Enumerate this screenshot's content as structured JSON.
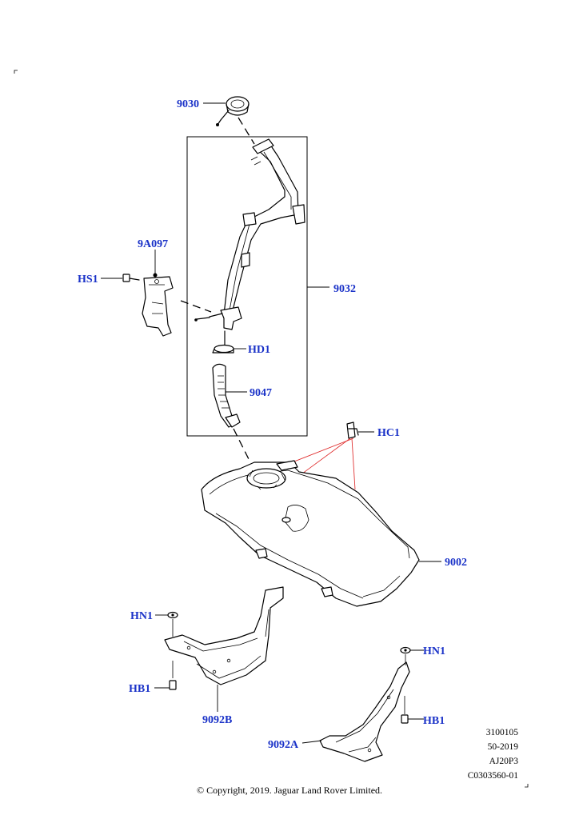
{
  "callouts": {
    "p9030": "9030",
    "p9A097": "9A097",
    "pHS1": "HS1",
    "p9032": "9032",
    "pHD1": "HD1",
    "p9047": "9047",
    "pHC1": "HC1",
    "p9002": "9002",
    "pHN1_left": "HN1",
    "pHB1_left": "HB1",
    "p9092B": "9092B",
    "pHN1_right": "HN1",
    "pHB1_right": "HB1",
    "p9092A": "9092A"
  },
  "reference_codes": [
    "3100105",
    "50-2019",
    "AJ20P3",
    "C0303560-01"
  ],
  "copyright": "© Copyright, 2019. Jaguar Land Rover Limited.",
  "colors": {
    "callout_text": "#1a32c8",
    "leader_highlight": "#e03030"
  }
}
